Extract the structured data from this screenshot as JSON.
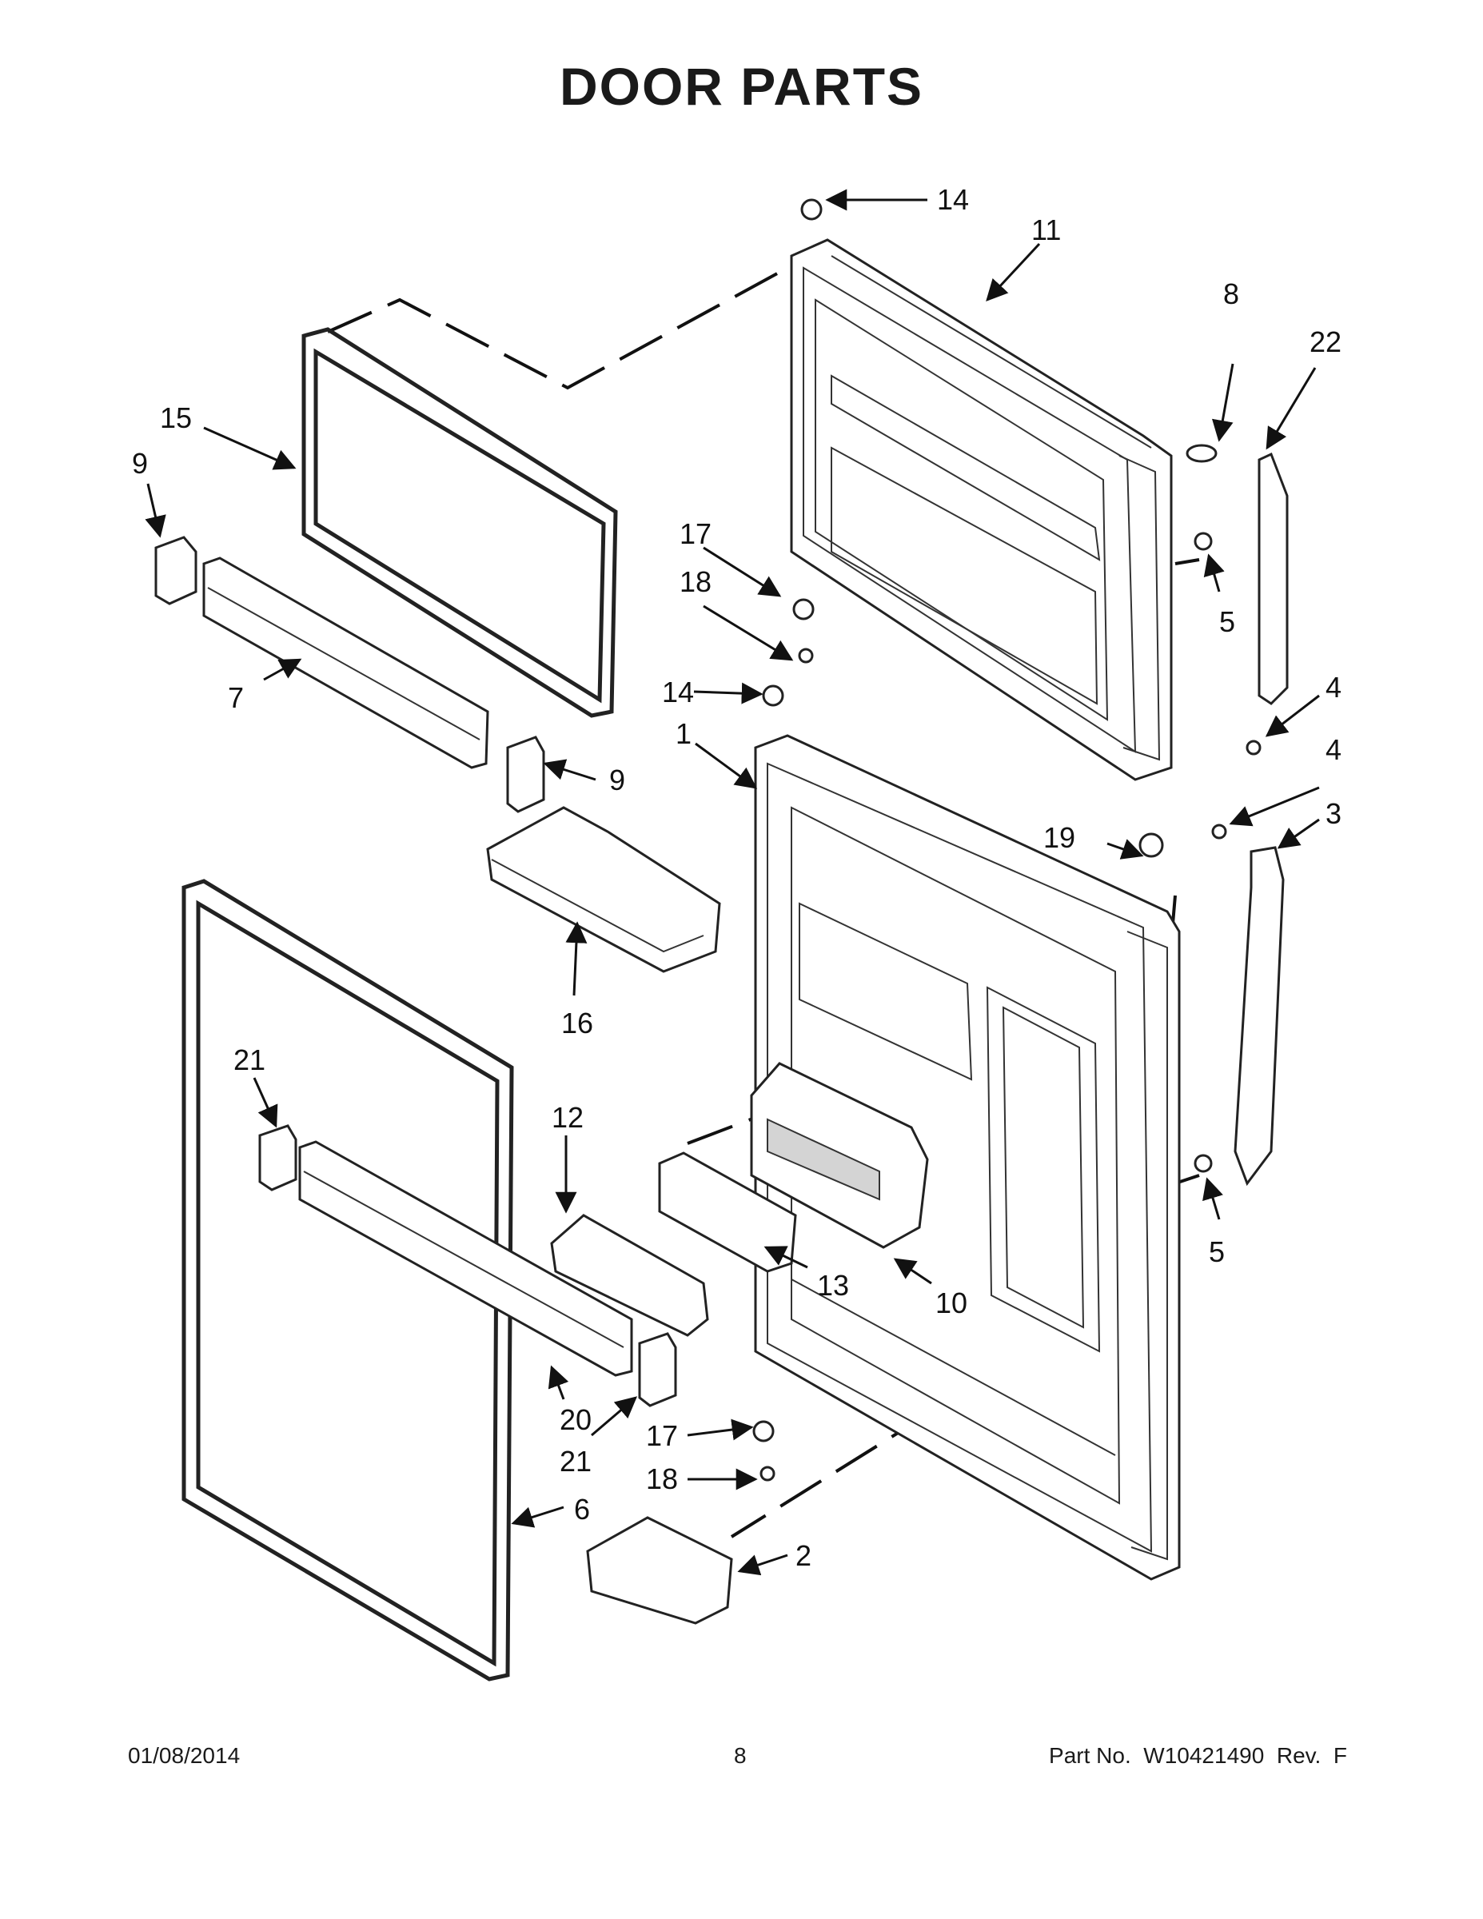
{
  "title": "DOOR PARTS",
  "footer": {
    "date": "01/08/2014",
    "page": "8",
    "part_number": "Part No.  W10421490  Rev.  F"
  },
  "callouts": {
    "c1": "1",
    "c2": "2",
    "c3": "3",
    "c4a": "4",
    "c4b": "4",
    "c5a": "5",
    "c5b": "5",
    "c6": "6",
    "c7": "7",
    "c8": "8",
    "c9a": "9",
    "c9b": "9",
    "c10": "10",
    "c11": "11",
    "c12": "12",
    "c13": "13",
    "c14a": "14",
    "c14b": "14",
    "c15": "15",
    "c16": "16",
    "c17a": "17",
    "c17b": "17",
    "c18a": "18",
    "c18b": "18",
    "c19": "19",
    "c20": "20",
    "c21a": "21",
    "c21b": "21",
    "c22": "22"
  }
}
